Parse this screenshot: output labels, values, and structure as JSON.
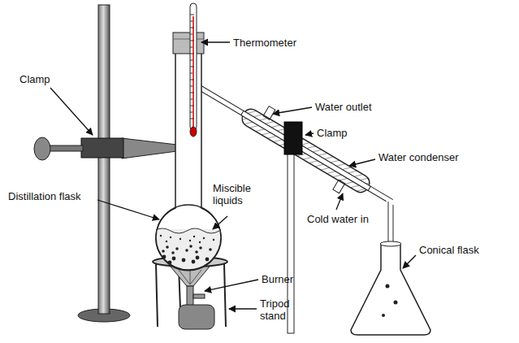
{
  "diagram": {
    "labels": [
      "Thermometer",
      "Clamp",
      "Water outlet",
      "Clamp",
      "Water condenser",
      "Distillation flask",
      "Miscible liquids",
      "Cold water in",
      "Burner",
      "Tripod stand",
      "Conical flask"
    ]
  }
}
